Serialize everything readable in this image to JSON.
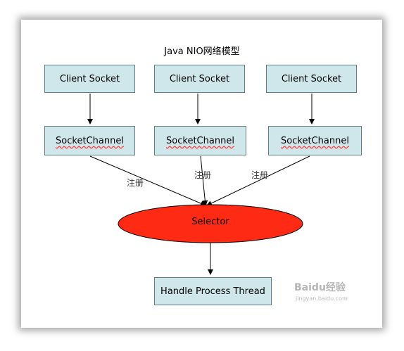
{
  "title": "Java NIO网络模型",
  "clients": [
    "Client Socket",
    "Client Socket",
    "Client Socket"
  ],
  "channels": [
    "SocketChannel",
    "SocketChannel",
    "SocketChannel"
  ],
  "register_labels": [
    "注册",
    "注册",
    "注册"
  ],
  "selector": {
    "label": "Selector",
    "color": "#ff2a14"
  },
  "handler": "Handle Process Thread",
  "watermark": {
    "text": "Baidu经验",
    "sub": "jingyan.baidu.com"
  },
  "colors": {
    "box_fill": "#cfe6ea",
    "box_border": "#5d7f88"
  }
}
